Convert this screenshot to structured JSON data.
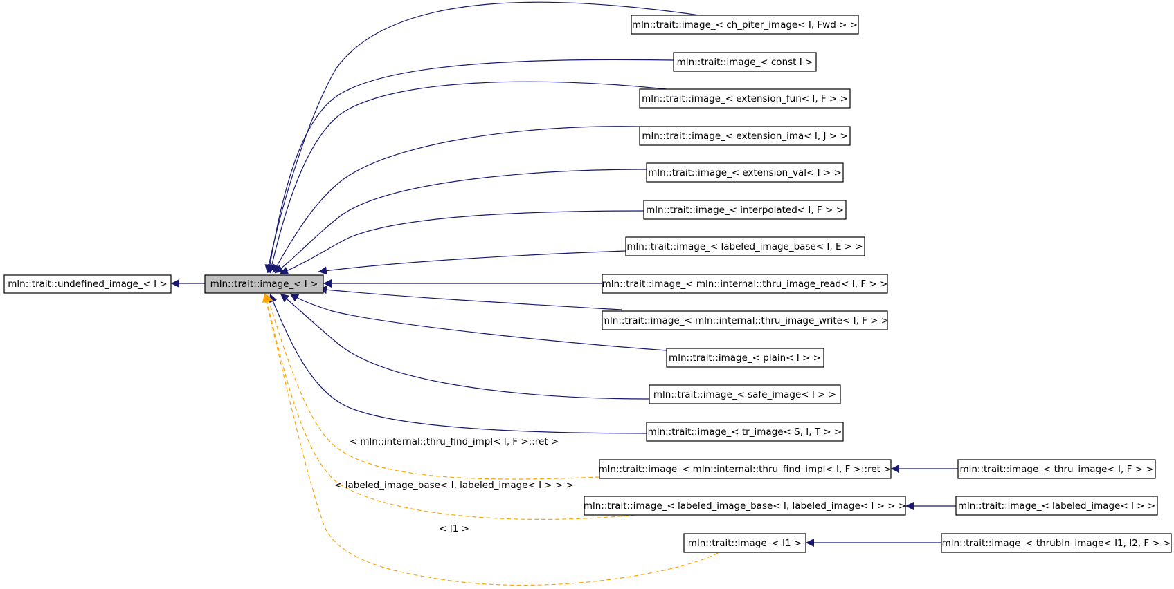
{
  "nodes": {
    "undefined_image": "mln::trait::undefined_image_< I >",
    "image": "mln::trait::image_< I >",
    "ch_piter": "mln::trait::image_< ch_piter_image< I, Fwd > >",
    "const_i": "mln::trait::image_< const I >",
    "ext_fun": "mln::trait::image_< extension_fun< I, F > >",
    "ext_ima": "mln::trait::image_< extension_ima< I, J > >",
    "ext_val": "mln::trait::image_< extension_val< I > >",
    "interpolated": "mln::trait::image_< interpolated< I, F > >",
    "labeled_base": "mln::trait::image_< labeled_image_base< I, E > >",
    "thru_read": "mln::trait::image_< mln::internal::thru_image_read< I, F > >",
    "thru_write": "mln::trait::image_< mln::internal::thru_image_write< I, F > >",
    "plain": "mln::trait::image_< plain< I > >",
    "safe": "mln::trait::image_< safe_image< I > >",
    "tr": "mln::trait::image_< tr_image< S, I, T > >",
    "thru_find": "mln::trait::image_< mln::internal::thru_find_impl< I, F >::ret >",
    "thru_image": "mln::trait::image_< thru_image< I, F > >",
    "labeled_base_labeled": "mln::trait::image_< labeled_image_base< I, labeled_image< I > > >",
    "labeled_image": "mln::trait::image_< labeled_image< I > >",
    "i1": "mln::trait::image_< I1 >",
    "thrubin": "mln::trait::image_< thrubin_image< I1, I2, F > >"
  },
  "edge_labels": {
    "thru_find": "< mln::internal::thru_find_impl< I, F >::ret >",
    "labeled_base_labeled": "< labeled_image_base< I, labeled_image< I > > >",
    "i1": "< I1 >"
  },
  "colors": {
    "inheritance_edge": "#191970",
    "template_edge": "#ffa500",
    "focus_node_fill": "#bfbfbf"
  }
}
